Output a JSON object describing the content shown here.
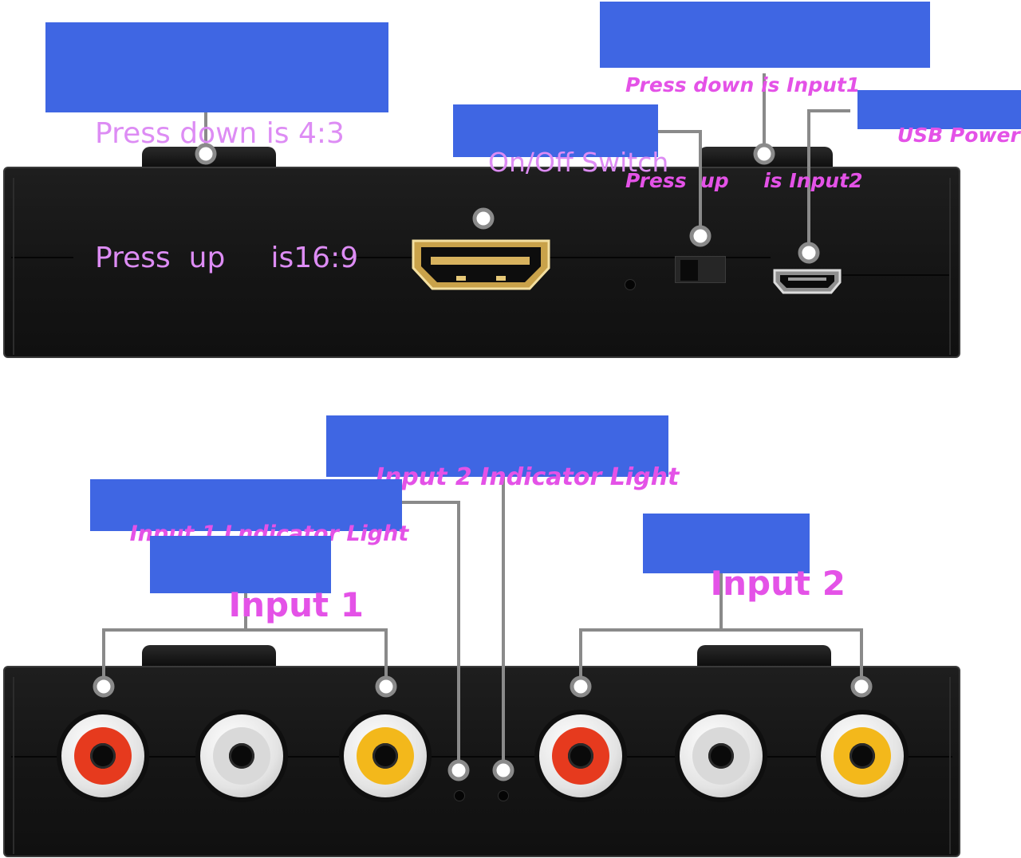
{
  "labels": {
    "aspect_ratio_line1": "Press down is 4:3",
    "aspect_ratio_line2": "Press  up     is16:9",
    "input_select_line1": "Press down is Input1",
    "input_select_line2": "Press  up     is Input2",
    "power_switch": "On/Off Switch",
    "usb_power": "USB Power",
    "input2_indicator": "Input 2 Indicator Light",
    "input1_indicator": "Input 1 Lndicator Light",
    "input1": "Input 1",
    "input2": "Input 2"
  },
  "colors": {
    "label_background": "#3f66e3",
    "label_text": "#e452e7",
    "leader_line": "#8a8a8a",
    "device_body": "#161616",
    "hdmi_gold": "#c9a24a",
    "rca_red": "#e63a1e",
    "rca_white": "#d9d9d9",
    "rca_yellow": "#f3b81b"
  },
  "rca_jacks": [
    {
      "group": "Input 1",
      "color": "red"
    },
    {
      "group": "Input 1",
      "color": "white"
    },
    {
      "group": "Input 1",
      "color": "yellow"
    },
    {
      "group": "Input 2",
      "color": "red"
    },
    {
      "group": "Input 2",
      "color": "white"
    },
    {
      "group": "Input 2",
      "color": "yellow"
    }
  ]
}
